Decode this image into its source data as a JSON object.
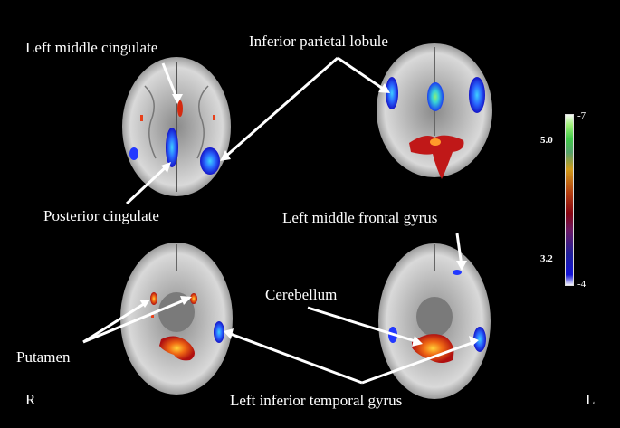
{
  "figure": {
    "labels": {
      "left_middle_cingulate": "Left middle cingulate",
      "inferior_parietal_lobule": "Inferior parietal lobule",
      "posterior_cingulate": "Posterior cingulate",
      "left_middle_frontal_gyrus": "Left middle frontal gyrus",
      "cerebellum": "Cerebellum",
      "putamen": "Putamen",
      "left_inferior_temporal_gyrus": "Left inferior temporal gyrus",
      "right_marker": "R",
      "left_marker": "L"
    },
    "colorbar": {
      "top_value": "-7",
      "tick_high": "5.0",
      "tick_low": "3.2",
      "bottom_value": "-4"
    },
    "colors": {
      "background": "#000000",
      "label_text": "#ffffff",
      "arrow": "#ffffff",
      "activation_hot": "#e8401a",
      "activation_cool": "#2255ff"
    }
  }
}
